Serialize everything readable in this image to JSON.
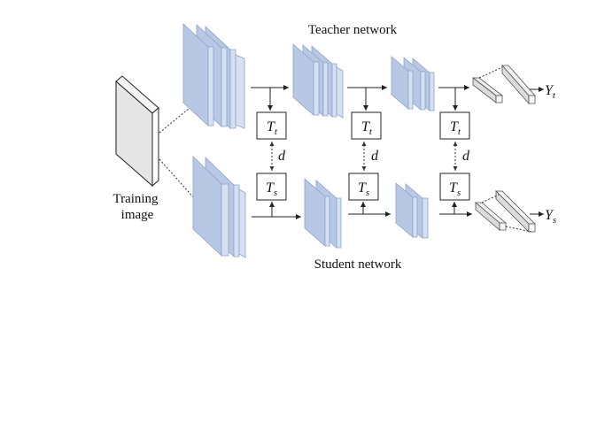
{
  "titles": {
    "teacher": "Teacher network",
    "student": "Student network"
  },
  "input": {
    "line1": "Training",
    "line2": "image"
  },
  "transforms": {
    "teacher": {
      "symbol": "T",
      "sub": "t"
    },
    "student": {
      "symbol": "T",
      "sub": "s"
    }
  },
  "distance_label": "d",
  "outputs": {
    "teacher": {
      "symbol": "Y",
      "sub": "t"
    },
    "student": {
      "symbol": "Y",
      "sub": "s"
    }
  },
  "colors": {
    "feature_map_front": "#b8c7e3",
    "feature_map_side": "#d5e0f3",
    "image": "#e6e6e6",
    "output_bar": "#e0e0e0"
  }
}
